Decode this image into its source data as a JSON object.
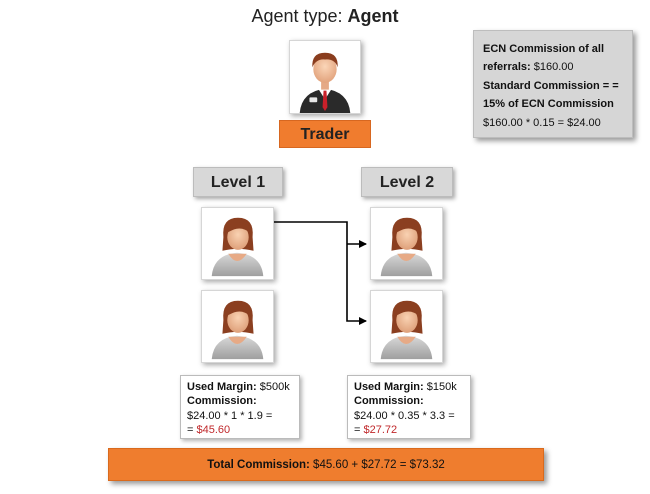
{
  "header": {
    "title_prefix": "Agent type: ",
    "title_value": "Agent"
  },
  "trader": {
    "label": "Trader"
  },
  "ecn_box": {
    "line1_bold": "ECN Commission of all referrals:",
    "line1_value": " $160.00",
    "line2_bold": "Standard Commission = = 15% of ECN Commission",
    "line3": "$160.00 * 0.15 = $24.00"
  },
  "levels": [
    {
      "label": "Level 1"
    },
    {
      "label": "Level 2"
    }
  ],
  "level1_info": {
    "margin_label": "Used Margin:",
    "margin_value": " $500k",
    "commission_label": "Commission:",
    "formula": "$24.00 * 1 * 1.9 =",
    "result_prefix": "= ",
    "result": "$45.60"
  },
  "level2_info": {
    "margin_label": "Used Margin:",
    "margin_value": " $150k",
    "commission_label": "Commission:",
    "formula": "$24.00 * 0.35 * 3.3 =",
    "result_prefix": "= ",
    "result": "$27.72"
  },
  "total": {
    "label": "Total Commission:",
    "value": " $45.60 + $27.72 = $73.32"
  },
  "colors": {
    "accent_orange": "#ef7d2e",
    "result_red": "#c0282b",
    "label_gray": "#d8d8d8"
  }
}
